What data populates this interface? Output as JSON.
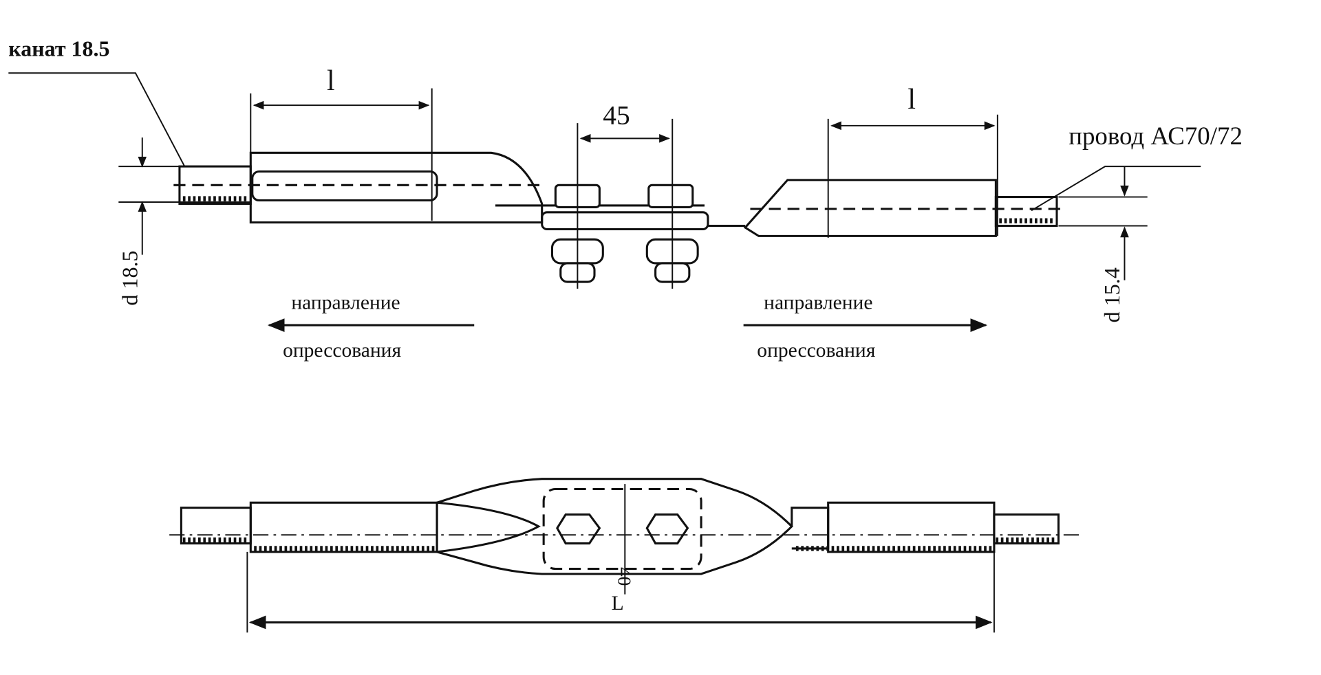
{
  "labels": {
    "rope": "канат 18.5",
    "wire": "провод АС70/72",
    "length_left": "l",
    "length_right": "l",
    "bolt_spacing": "45",
    "diam_left": "d 18.5",
    "diam_right": "d 15.4",
    "dir_left_line1": "направление",
    "dir_left_line2": "опрессования",
    "dir_right_line1": "направление",
    "dir_right_line2": "опрессования",
    "plate_width": "40",
    "total_length": "L"
  }
}
